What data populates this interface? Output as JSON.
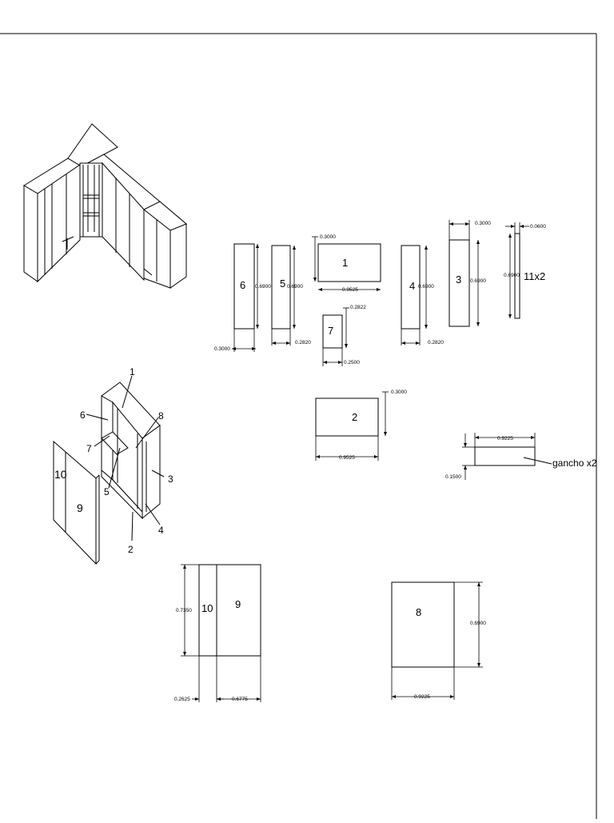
{
  "colors": {
    "line": "#000000",
    "background": "#ffffff"
  },
  "sheet": {
    "border_style": "single line frame"
  },
  "pieces": [
    {
      "id": "1",
      "label": "1",
      "width": "0.9525",
      "depth": "0.3000"
    },
    {
      "id": "2",
      "label": "2",
      "width": "0.9525",
      "depth": "0.3000"
    },
    {
      "id": "3",
      "label": "3",
      "width": "0.3000",
      "height": "0.6900"
    },
    {
      "id": "4",
      "label": "4",
      "width": "0.2820",
      "height": "0.6900"
    },
    {
      "id": "5",
      "label": "5",
      "width": "0.2820",
      "height": "0.6900"
    },
    {
      "id": "6",
      "label": "6",
      "width": "0.3000",
      "height": "0.6900"
    },
    {
      "id": "7",
      "label": "7",
      "width": "0.2500",
      "height": "0.2822"
    },
    {
      "id": "8",
      "label": "8",
      "width": "0.9225",
      "height": "0.6900"
    },
    {
      "id": "9",
      "label": "9",
      "width": "0.6775",
      "height": "0.7350"
    },
    {
      "id": "10",
      "label": "10",
      "width": "0.2625",
      "height": "0.7350"
    },
    {
      "id": "11",
      "label": "11x2",
      "width": "0.0600",
      "height": "0.6900"
    },
    {
      "id": "gancho",
      "label": "gancho x2",
      "width": "0.9225",
      "height": "0.1500"
    }
  ],
  "callouts": [
    "1",
    "2",
    "3",
    "4",
    "5",
    "6",
    "7",
    "8",
    "9",
    "10"
  ]
}
